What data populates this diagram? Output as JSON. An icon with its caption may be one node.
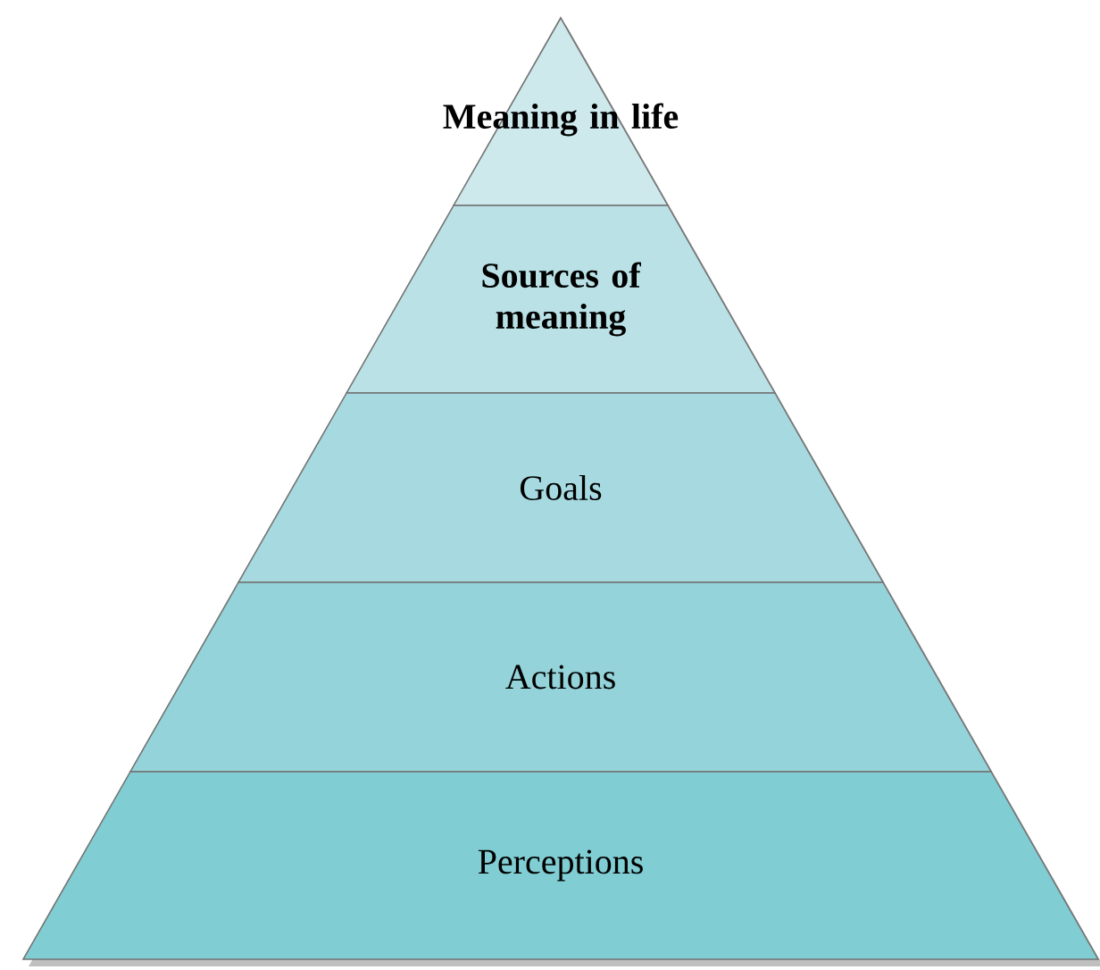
{
  "diagram": {
    "nodes": [
      {
        "text": [
          "Meaning in life"
        ]
      },
      {
        "text": [
          "Sources of meaning"
        ]
      },
      {
        "text": [
          "Goals"
        ]
      },
      {
        "text": [
          "Actions"
        ]
      },
      {
        "text": [
          "Perceptions"
        ]
      }
    ]
  }
}
